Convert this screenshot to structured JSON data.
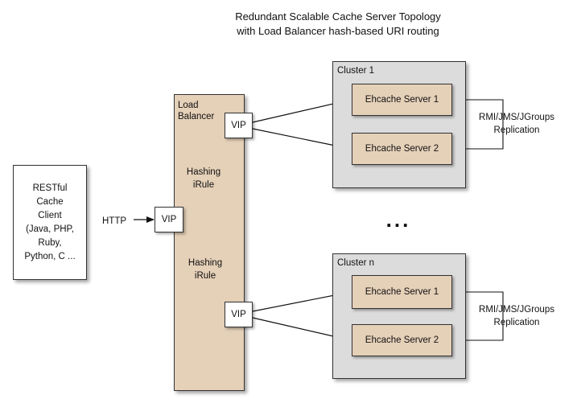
{
  "title": {
    "line1": "Redundant Scalable Cache Server Topology",
    "line2": "with Load Balancer hash-based URI routing"
  },
  "client": {
    "lines": [
      "RESTful",
      "Cache",
      "Client",
      "(Java, PHP,",
      "Ruby,",
      "Python, C ..."
    ]
  },
  "http_label": "HTTP",
  "load_balancer": {
    "label_line1": "Load",
    "label_line2": "Balancer",
    "vip_label": "VIP",
    "hashing_top": {
      "line1": "Hashing",
      "line2": "iRule"
    },
    "hashing_bottom": {
      "line1": "Hashing",
      "line2": "iRule"
    }
  },
  "clusters": [
    {
      "name": "Cluster 1",
      "servers": [
        "Ehcache Server 1",
        "Ehcache Server 2"
      ],
      "replication": {
        "line1": "RMI/JMS/JGroups",
        "line2": "Replication"
      }
    },
    {
      "name": "Cluster n",
      "servers": [
        "Ehcache Server 1",
        "Ehcache Server 2"
      ],
      "replication": {
        "line1": "RMI/JMS/JGroups",
        "line2": "Replication"
      }
    }
  ],
  "ellipsis": "...",
  "colors": {
    "load_balancer_fill": "#e5d0b8",
    "server_fill": "#e5d0b8",
    "cluster_fill": "#dcdcdc",
    "client_fill": "#ffffff"
  }
}
